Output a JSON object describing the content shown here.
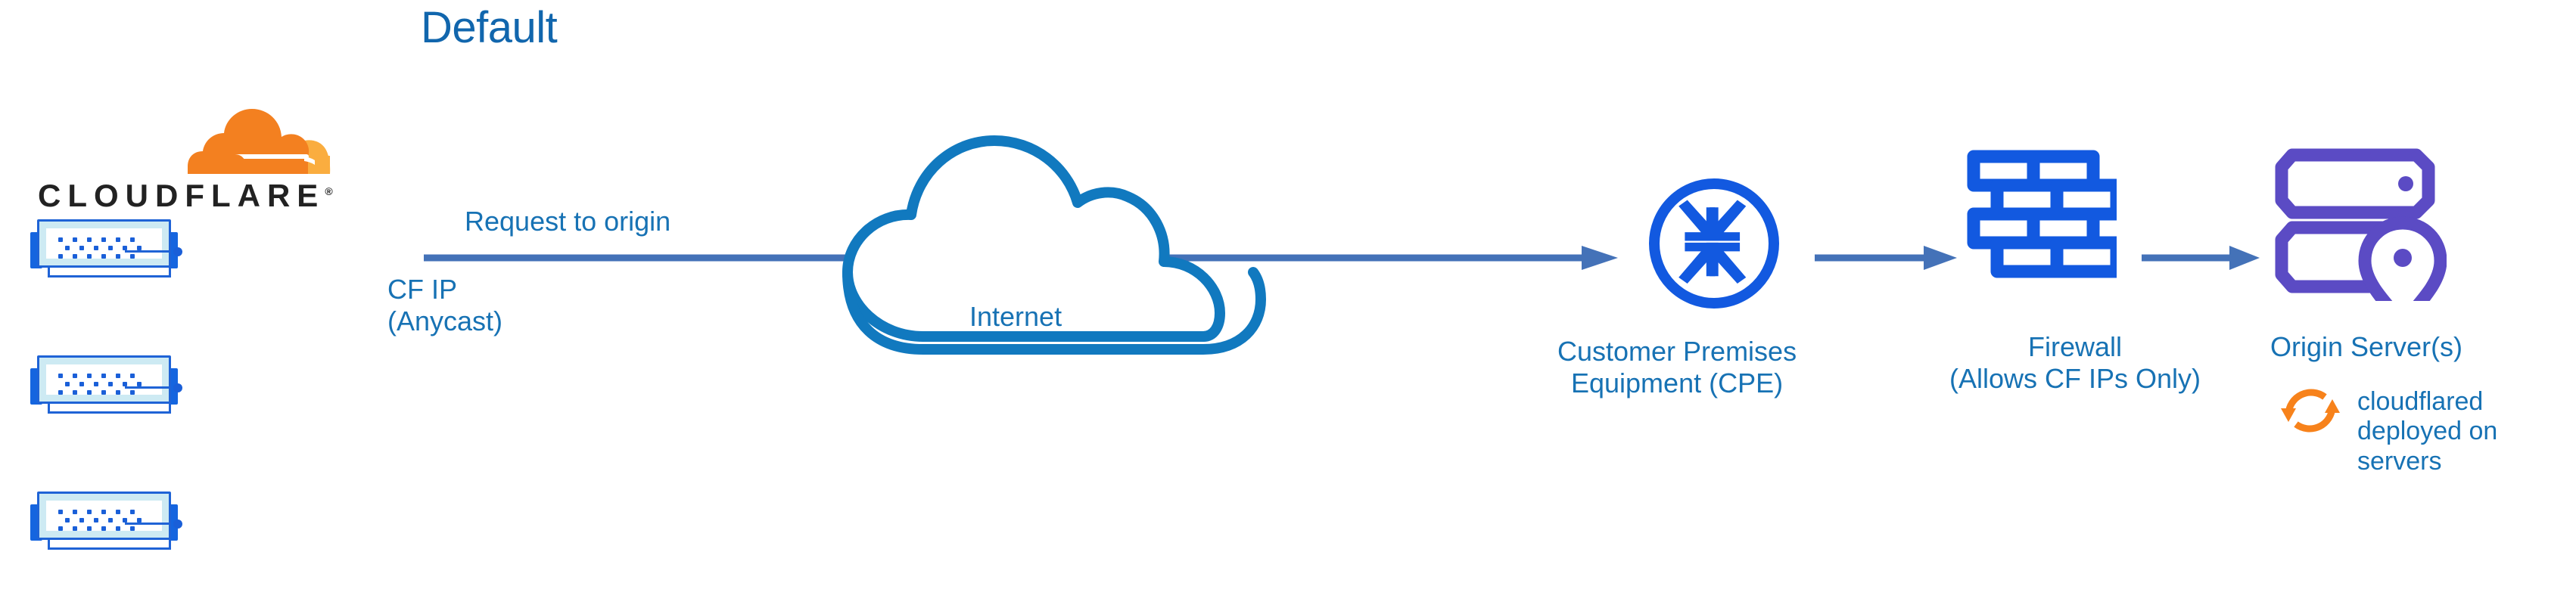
{
  "title": "Default",
  "colors": {
    "title_blue": "#1166ad",
    "label_blue": "#1772b4",
    "connector_blue": "#4472b8",
    "icon_blue": "#1259e0",
    "server_border_blue": "#1f63d6",
    "server_fill_cyan": "#cdeaf3",
    "origin_purple": "#5b4bc4",
    "cloud_outline_blue": "#1179bf",
    "cloudflare_orange": "#f38020",
    "cloudflare_orange_light": "#faad3f",
    "wordmark_black": "#222222"
  },
  "logo": {
    "name": "cloudflare-logo",
    "wordmark": "CLOUDFLARE",
    "registered_mark": "®",
    "cloud_icon": "cloudflare-cloud-icon"
  },
  "servers": {
    "count": 3,
    "name": "cloudflare-edge-server",
    "dot_columns": 6,
    "dot_rows": 3
  },
  "labels": {
    "request_to_origin": "Request to origin",
    "cf_ip": "CF IP\n(Anycast)",
    "internet": "Internet",
    "cpe": "Customer Premises\nEquipment (CPE)",
    "firewall": "Firewall\n(Allows CF IPs Only)",
    "origin_server": "Origin Server(s)",
    "cloudflared": "cloudflared\ndeployed on\nservers"
  },
  "icons": {
    "internet_cloud": "cloud-icon",
    "cpe": "router-arrows-icon",
    "firewall": "brick-wall-icon",
    "origin": "server-rack-location-pin-icon",
    "cloudflared": "sync-arrows-icon"
  },
  "flow": {
    "nodes": [
      "Cloudflare Edge (CF IP Anycast)",
      "Internet",
      "Customer Premises Equipment (CPE)",
      "Firewall (Allows CF IPs Only)",
      "Origin Server(s)"
    ],
    "connectors": [
      {
        "name": "edge-to-cpe-arrow",
        "label": "Request to origin"
      },
      {
        "name": "cpe-to-firewall-arrow",
        "label": ""
      },
      {
        "name": "firewall-to-origin-arrow",
        "label": ""
      }
    ]
  }
}
